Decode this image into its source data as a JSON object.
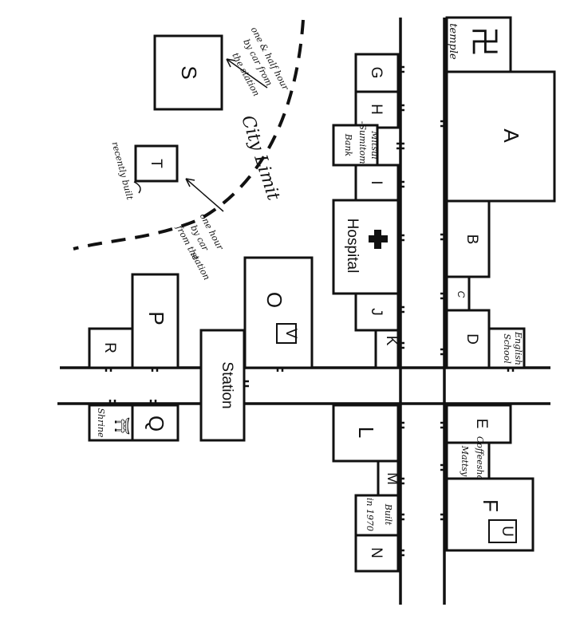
{
  "blocks": {
    "A": "A",
    "B": "B",
    "C": "C",
    "D": "D",
    "E": "E",
    "F": "F",
    "G": "G",
    "H": "H",
    "I": "I",
    "J": "J",
    "K": "K",
    "L": "L",
    "M": "M",
    "N": "N",
    "O": "O",
    "P": "P",
    "Q": "Q",
    "R": "R",
    "S": "S",
    "T": "T",
    "U": "U",
    "V": "V"
  },
  "landmarks": {
    "temple": "temple",
    "temple_symbol": "卍",
    "station": "Station",
    "hospital": "Hospital",
    "bank_line1": "Mitsui",
    "bank_line2": "-Sumitomo",
    "bank_line3": "Bank",
    "school_line1": "English",
    "school_line2": "School",
    "coffee_line1": "Coffeeshop",
    "coffee_line2": "Mattsy",
    "built_line1": "Built",
    "built_line2": "in 1970",
    "shrine": "Shrine",
    "shrine_symbol": "⛩"
  },
  "annotations": {
    "city_limit": "City Limit",
    "one_half_line1": "one & half hour",
    "one_half_line2": "by car from",
    "one_half_line3": "the station",
    "one_hour_line1": "one hour",
    "one_hour_line2": "by car",
    "one_hour_line3": "from the",
    "one_hour_line4": "station",
    "recently_built": "recently built"
  },
  "colors": {
    "ink": "#111111",
    "paper": "#ffffff"
  }
}
